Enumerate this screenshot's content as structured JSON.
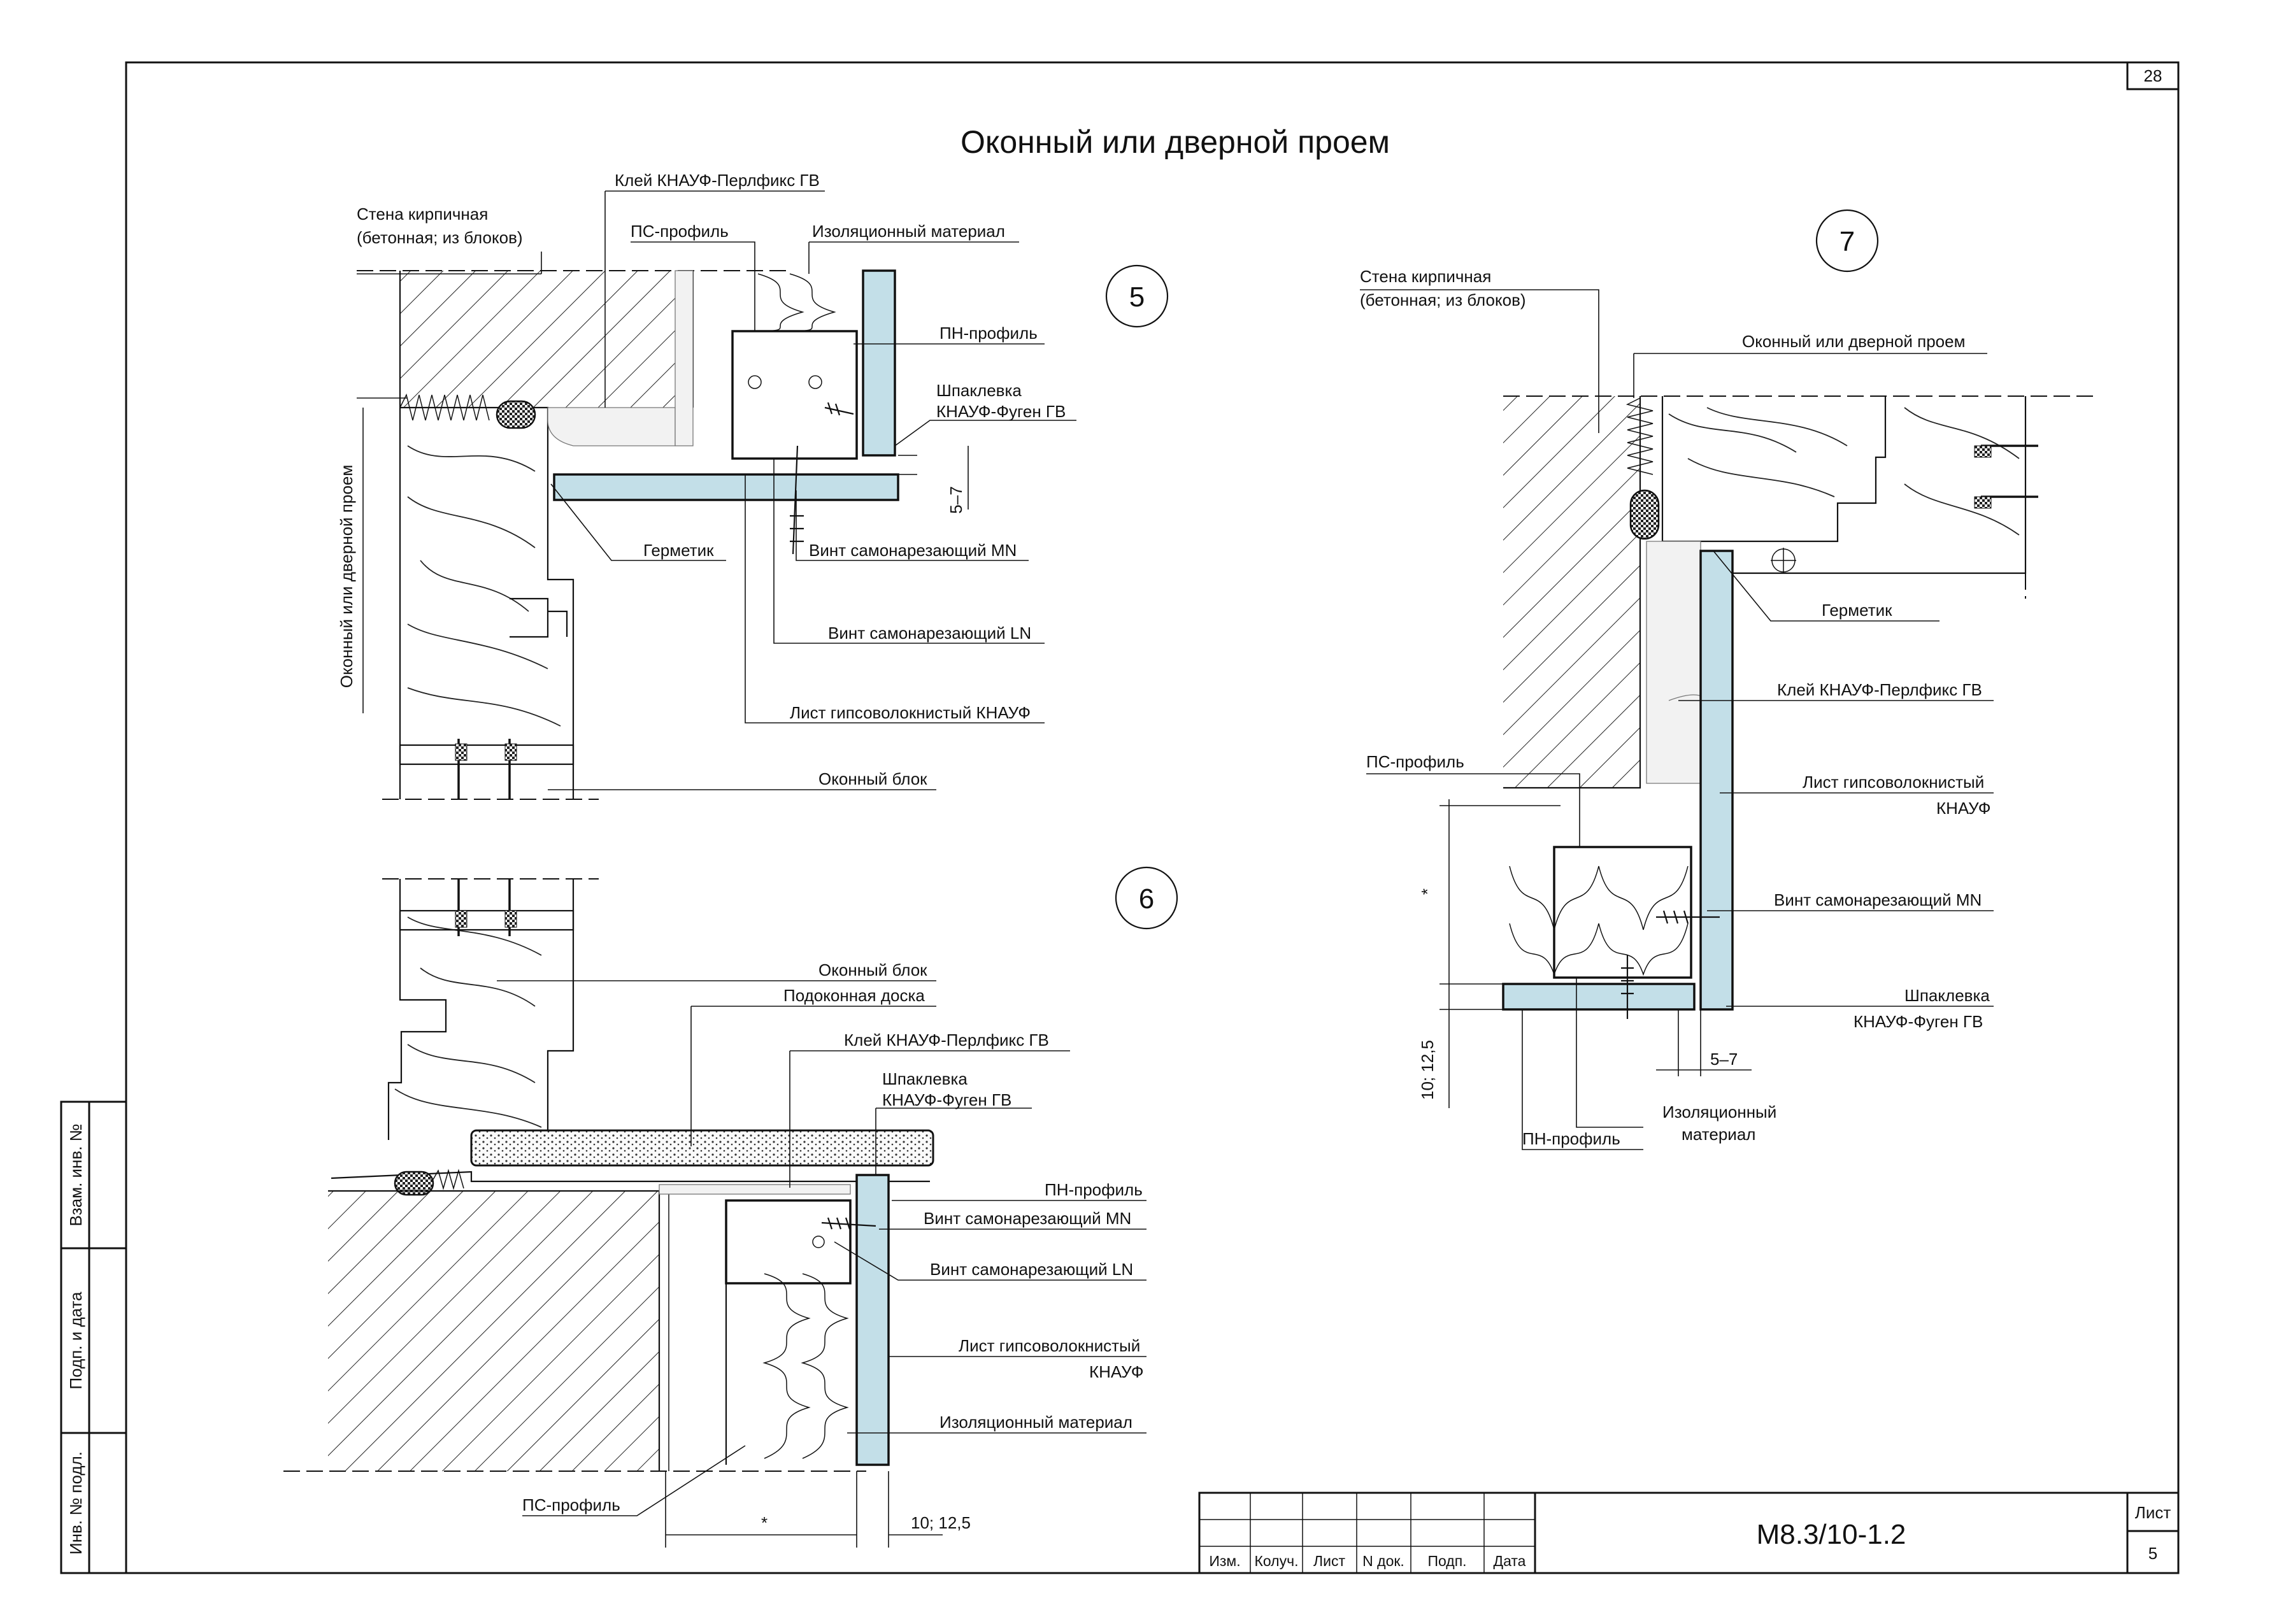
{
  "drawing": {
    "title": "Оконный или дверной проем",
    "sheet_top": "28",
    "code": "М8.3/10-1.2",
    "sheet_label": "Лист",
    "sheet_number": "5"
  },
  "side_stamp": [
    "Взам. инв. №",
    "Подп. и дата",
    "Инв. № подл."
  ],
  "title_block_headers": [
    "Изм.",
    "Колуч.",
    "Лист",
    "N док.",
    "Подп.",
    "Дата"
  ],
  "detail5": {
    "number": "5",
    "labels": {
      "wall": "Стена кирпичная",
      "wall_sub": "(бетонная; из блоков)",
      "glue": "Клей КНАУФ-Перлфикс ГВ",
      "ps_profile": "ПС-профиль",
      "insulation": "Изоляционный материал",
      "pn_profile": "ПН-профиль",
      "putty": "Шпаклевка",
      "putty_sub": "КНАУФ-Фуген ГВ",
      "gap": "5–7",
      "sealant": "Герметик",
      "screw_mn": "Винт самонарезающий MN",
      "screw_ln": "Винт самонарезающий LN",
      "sheet": "Лист гипсоволокнистый КНАУФ",
      "window": "Оконный блок",
      "opening": "Оконный или дверной проем"
    }
  },
  "detail6": {
    "number": "6",
    "labels": {
      "window": "Оконный блок",
      "sill": "Подоконная доска",
      "glue": "Клей КНАУФ-Перлфикс ГВ",
      "putty": "Шпаклевка",
      "putty_sub": "КНАУФ-Фуген ГВ",
      "pn_profile": "ПН-профиль",
      "screw_mn": "Винт самонарезающий MN",
      "screw_ln": "Винт самонарезающий LN",
      "sheet": "Лист гипсоволокнистый",
      "sheet_sub": "КНАУФ",
      "insulation": "Изоляционный материал",
      "ps_profile": "ПС-профиль",
      "dim_star": "*",
      "dim_thk": "10; 12,5"
    }
  },
  "detail7": {
    "number": "7",
    "labels": {
      "wall": "Стена кирпичная",
      "wall_sub": "(бетонная; из блоков)",
      "opening": "Оконный или дверной проем",
      "sealant": "Герметик",
      "glue": "Клей КНАУФ-Перлфикс ГВ",
      "ps_profile": "ПС-профиль",
      "sheet": "Лист гипсоволокнистый",
      "sheet_sub": "КНАУФ",
      "screw_mn": "Винт самонарезающий MN",
      "putty": "Шпаклевка",
      "putty_sub": "КНАУФ-Фуген ГВ",
      "gap": "5–7",
      "insulation": "Изоляционный",
      "insulation_sub": "материал",
      "pn_profile": "ПН-профиль",
      "dim_star": "*",
      "dim_thk": "10; 12,5"
    }
  }
}
